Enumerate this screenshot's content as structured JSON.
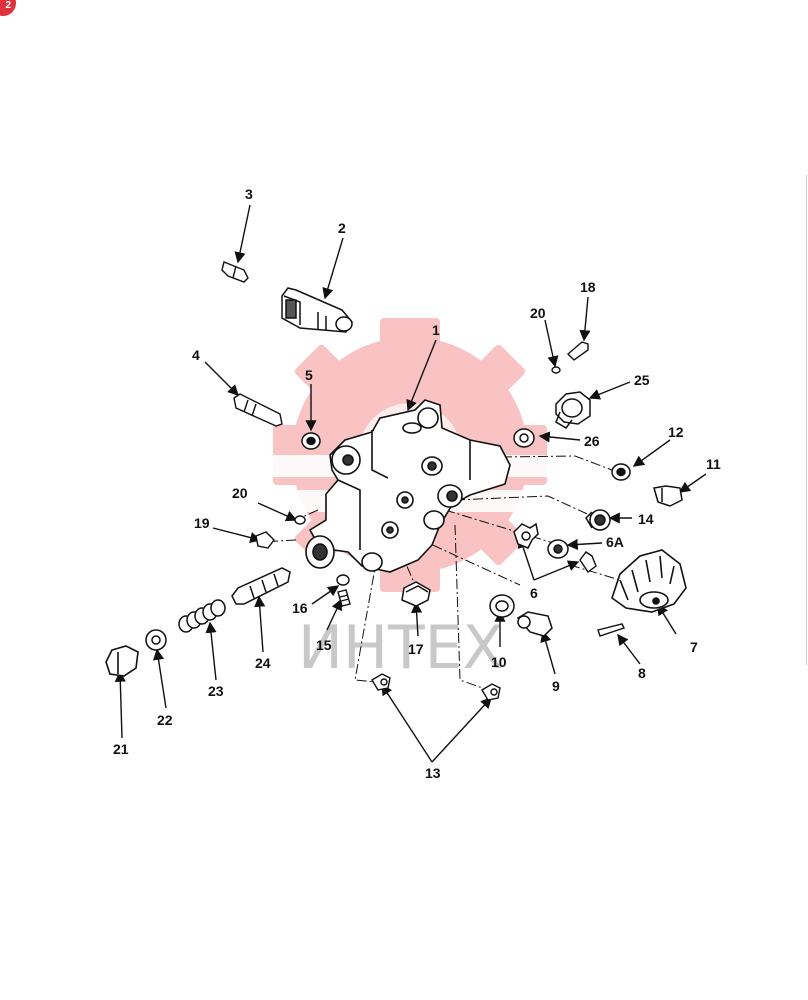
{
  "watermark": {
    "text": "ИНТЕХ",
    "gear_color": "#f47b7b"
  },
  "corner_badge": {
    "text": "2"
  },
  "callouts": {
    "c1": "1",
    "c2": "2",
    "c3": "3",
    "c4": "4",
    "c5": "5",
    "c6": "6",
    "c6a": "6A",
    "c7": "7",
    "c8": "8",
    "c9": "9",
    "c10": "10",
    "c11": "11",
    "c12": "12",
    "c13": "13",
    "c14": "14",
    "c15": "15",
    "c16": "16",
    "c17": "17",
    "c18": "18",
    "c19": "19",
    "c20a": "20",
    "c20b": "20",
    "c21": "21",
    "c22": "22",
    "c23": "23",
    "c24": "24",
    "c25": "25",
    "c26": "26"
  }
}
